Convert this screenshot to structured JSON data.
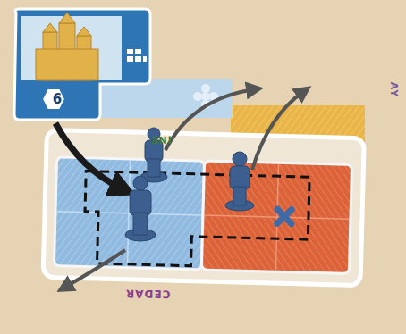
{
  "diagram": {
    "nodes": [
      {
        "text": [
          "6"
        ]
      }
    ],
    "labels": [
      "INE",
      "CEDAR",
      "AY"
    ]
  }
}
